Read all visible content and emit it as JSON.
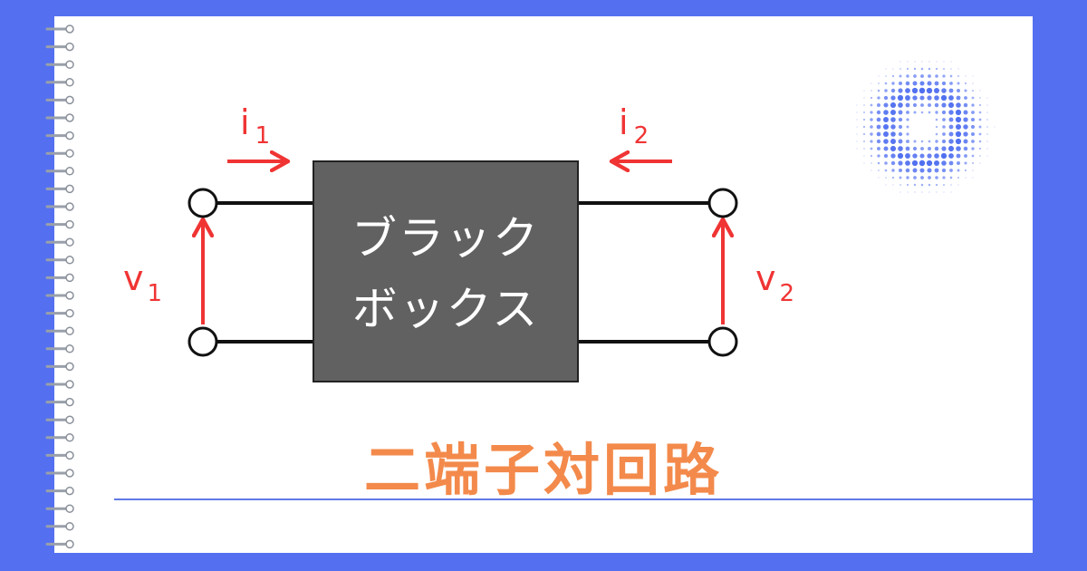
{
  "box": {
    "line1": "ブラック",
    "line2": "ボックス"
  },
  "labels": {
    "i1": "i",
    "i1_sub": "1",
    "i2": "i",
    "i2_sub": "2",
    "v1": "v",
    "v1_sub": "1",
    "v2": "v",
    "v2_sub": "2"
  },
  "title": "二端子対回路",
  "colors": {
    "frame": "#5470f0",
    "arrow": "#f03434",
    "title": "#f38a4b",
    "box_fill": "#616161",
    "rule": "#5f7ae6"
  }
}
